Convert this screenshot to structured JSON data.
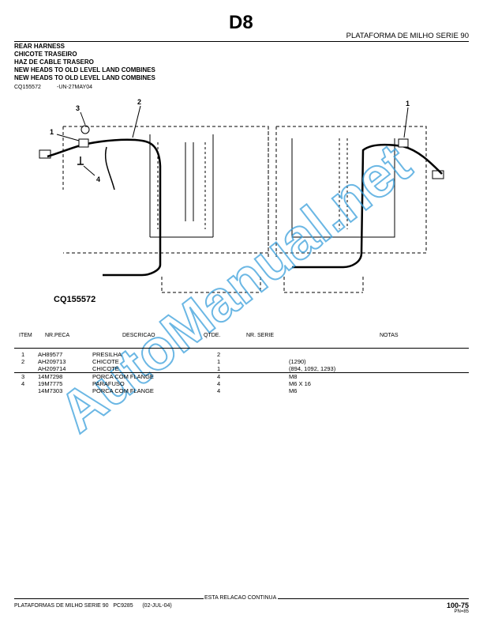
{
  "page_code": "D8",
  "section_title": "PLATAFORMA DE MILHO SERIE 90",
  "titles": [
    "REAR HARNESS",
    "CHICOTE TRASEIRO",
    "HAZ DE CABLE TRASERO",
    "NEW HEADS TO OLD LEVEL LAND COMBINES",
    "NEW HEADS TO OLD LEVEL LAND COMBINES"
  ],
  "figure_ref": {
    "id": "CQ155572",
    "date": "-UN-27MAY04"
  },
  "figure_label": "CQ155572",
  "callouts": {
    "c1_left": "1",
    "c2": "2",
    "c3": "3",
    "c4": "4",
    "c1_right": "1"
  },
  "table": {
    "headers": {
      "item": "ITEM",
      "part": "NR.PECA",
      "desc": "DESCRICAO",
      "qty": "QTDE.",
      "serial": "NR. SERIE",
      "notes": "NOTAS"
    },
    "rows": [
      {
        "item": "1",
        "part": "AH89577",
        "desc": "PRESILHA",
        "qty": "2",
        "notes": ""
      },
      {
        "item": "2",
        "part": "AH209713",
        "desc": "CHICOTE",
        "qty": "1",
        "notes": "(1290)"
      },
      {
        "item": "",
        "part": "AH209714",
        "desc": "CHICOTE",
        "qty": "1",
        "notes": "(894, 1092, 1293)"
      },
      {
        "item": "3",
        "part": "14M7298",
        "desc": "PORCA COM FLANGE",
        "qty": "4",
        "notes": "M8"
      },
      {
        "item": "4",
        "part": "19M7775",
        "desc": "PARAFUSO",
        "qty": "4",
        "notes": "M6 X 16"
      },
      {
        "item": "",
        "part": "14M7303",
        "desc": "PORCA COM FLANGE",
        "qty": "4",
        "notes": "M6"
      }
    ]
  },
  "footer": {
    "continues": "ESTA RELACAO CONTINUA",
    "left": "PLATAFORMAS DE MILHO SERIE 90   PC9285      (02-JUL-04)",
    "page": "100-75",
    "pn": "PN=85"
  },
  "watermark": "AutoManual.net",
  "colors": {
    "watermark": "#3aa0dc"
  }
}
